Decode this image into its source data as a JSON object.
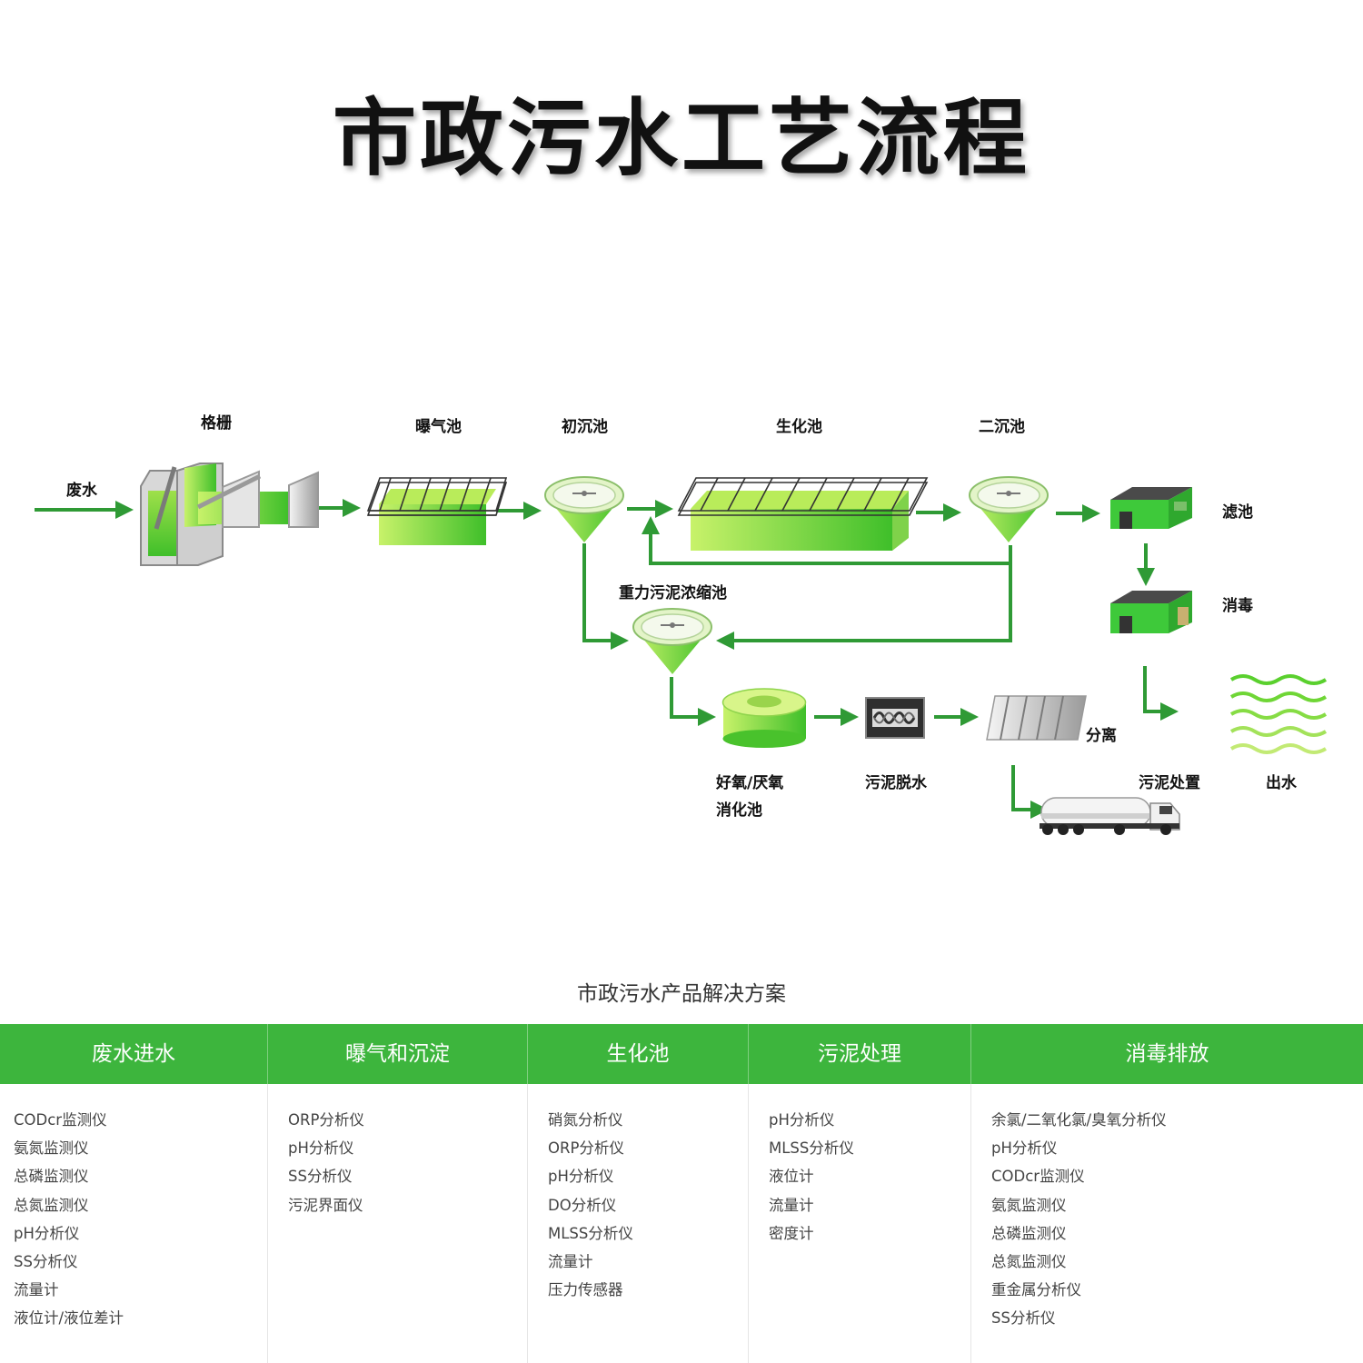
{
  "title": "市政污水工艺流程",
  "flow": {
    "labels": {
      "wastewater": "废水",
      "grille": "格栅",
      "aeration": "曝气池",
      "primary": "初沉池",
      "biochem": "生化池",
      "secondary": "二沉池",
      "filter": "滤池",
      "disinfect": "消毒",
      "thickener": "重力污泥浓缩池",
      "digester_1": "好氧/厌氧",
      "digester_2": "消化池",
      "dewater": "污泥脱水",
      "separate": "分离",
      "disposal": "污泥处置",
      "outflow": "出水"
    },
    "colors": {
      "arrow": "#2f9a35",
      "green_light": "#c8f26a",
      "green_dark": "#4fc62c",
      "frame": "#444444"
    }
  },
  "subtitle": "市政污水产品解决方案",
  "table": {
    "headers": [
      "废水进水",
      "曝气和沉淀",
      "生化池",
      "污泥处理",
      "消毒排放"
    ],
    "columns": [
      [
        "CODcr监测仪",
        "氨氮监测仪",
        "总磷监测仪",
        "总氮监测仪",
        "pH分析仪",
        "SS分析仪",
        "流量计",
        "液位计/液位差计"
      ],
      [
        "ORP分析仪",
        "pH分析仪",
        "SS分析仪",
        "污泥界面仪"
      ],
      [
        "硝氮分析仪",
        "ORP分析仪",
        "pH分析仪",
        "DO分析仪",
        "MLSS分析仪",
        "流量计",
        "压力传感器"
      ],
      [
        "pH分析仪",
        "MLSS分析仪",
        "液位计",
        "流量计",
        "密度计"
      ],
      [
        "余氯/二氧化氯/臭氧分析仪",
        "pH分析仪",
        "CODcr监测仪",
        "氨氮监测仪",
        "总磷监测仪",
        "总氮监测仪",
        "重金属分析仪",
        "SS分析仪"
      ]
    ],
    "header_color": "#3db53d"
  }
}
